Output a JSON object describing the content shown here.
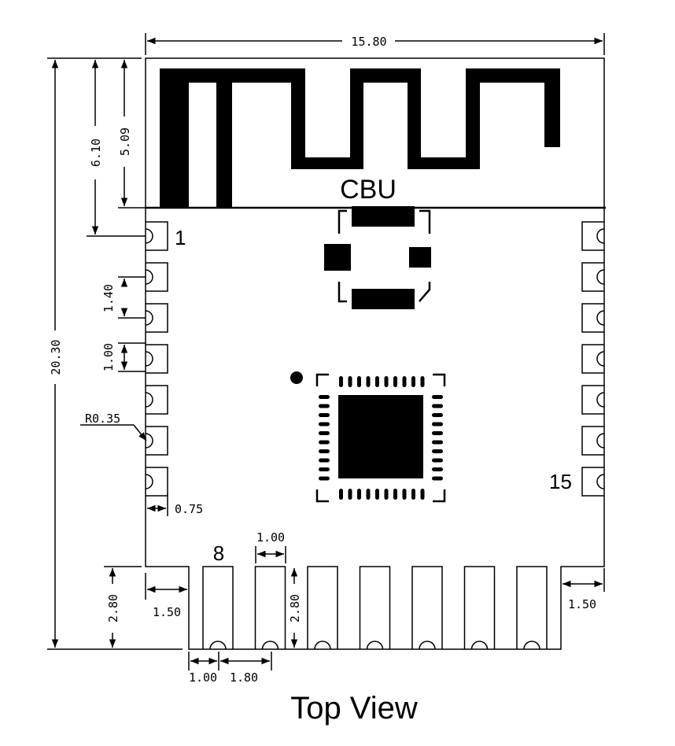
{
  "title": "CBU",
  "caption": "Top View",
  "pin_labels": {
    "first": "1",
    "side": "15",
    "bottom": "8"
  },
  "dimensions": {
    "overall_width": "15.80",
    "overall_height": "20.30",
    "antenna_zone_height": "6.10",
    "antenna_height": "5.09",
    "pin_pitch_side": "1.40",
    "pad_width_side": "1.00",
    "pad_radius": "R0.35",
    "pad_edge_offset": "0.75",
    "bottom_pad_width": "1.00",
    "bottom_pad_length": "2.80",
    "bottom_pad_length_right": "2.80",
    "left_step": "1.50",
    "right_step": "1.50",
    "bottom_pad_width_lower": "1.00",
    "bottom_pin_pitch": "1.80"
  },
  "colors": {
    "ink": "#000000",
    "background": "#ffffff"
  }
}
